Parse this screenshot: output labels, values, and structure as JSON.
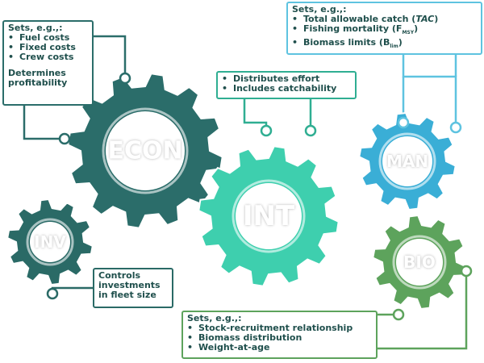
{
  "gears": {
    "econ": {
      "label": "ECON",
      "color": "#2b6d6a"
    },
    "inv": {
      "label": "INV",
      "color": "#2a6a66"
    },
    "int": {
      "label": "INT",
      "color": "#3ecfae"
    },
    "man": {
      "label": "MAN",
      "color": "#3aaed6"
    },
    "bio": {
      "label": "BIO",
      "color": "#5da35c"
    }
  },
  "econ_box": {
    "heading": "Sets, e.g.,:",
    "items": [
      "Fuel costs",
      "Fixed costs",
      "Crew costs"
    ],
    "note": "Determines profitability",
    "border": "#2b6d6a"
  },
  "int_box": {
    "items": [
      "Distributes effort",
      "Includes catchability"
    ],
    "border": "#2fae92"
  },
  "man_box": {
    "heading": "Sets, e.g.,:",
    "item0": "Total allowable catch (",
    "item0_em": "TAC",
    "item0_end": ")",
    "item1": "Fishing mortality (F",
    "item1_sub": "MSY",
    "item1_end": ")",
    "item2": "Biomass limits (B",
    "item2_sub": "lim",
    "item2_end": ")",
    "border": "#5ec3e0"
  },
  "inv_box": {
    "text": "Controls investments in fleet size",
    "border": "#2a6a66"
  },
  "bio_box": {
    "heading": "Sets, e.g.,:",
    "items": [
      "Stock-recruitment relationship",
      "Biomass distribution",
      "Weight-at-age"
    ],
    "border": "#5da35c"
  }
}
